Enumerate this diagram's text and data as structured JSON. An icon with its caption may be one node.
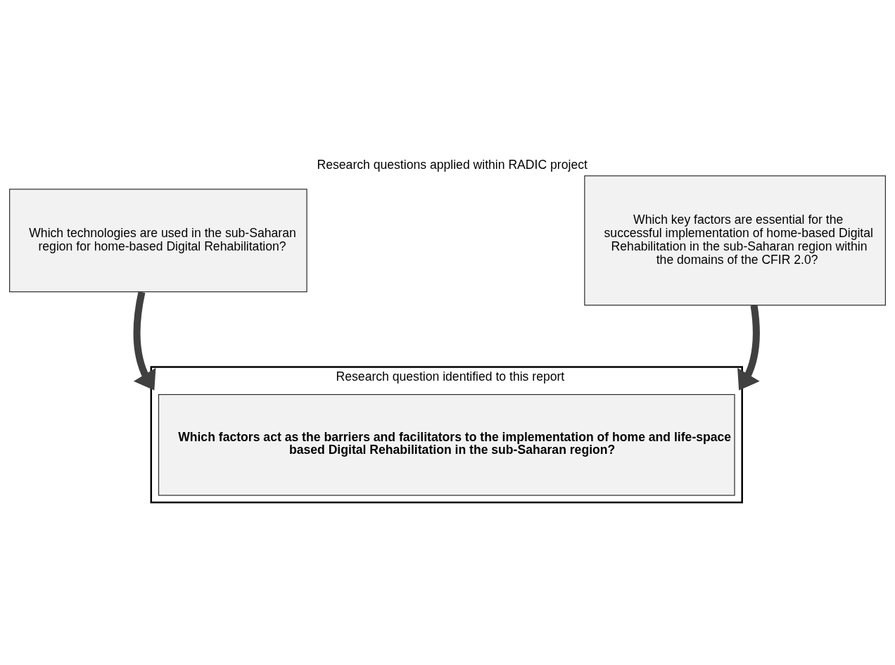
{
  "diagram": {
    "title": "Research questions applied within RADIC project",
    "nodes": [
      {
        "text": [
          "Which technologies are used in the sub-Saharan region for home-based Digital Rehabilitation?"
        ]
      },
      {
        "text": [
          "Which key factors are essential for the successful implementation of home-based Digital Rehabilitation in the sub-Saharan region within the domains of the CFIR 2.0?"
        ]
      },
      {
        "text": [
          "Research question identified to this report"
        ]
      },
      {
        "text": [
          "Which factors act as the barriers and facilitators to the implementation of home and life-space based Digital Rehabilitation in the sub-Saharan region?"
        ],
        "in": 2
      }
    ],
    "edges": [
      {
        "from": 0,
        "to": 2,
        "arrow": "to"
      },
      {
        "from": 1,
        "to": 2,
        "arrow": "to"
      }
    ]
  }
}
